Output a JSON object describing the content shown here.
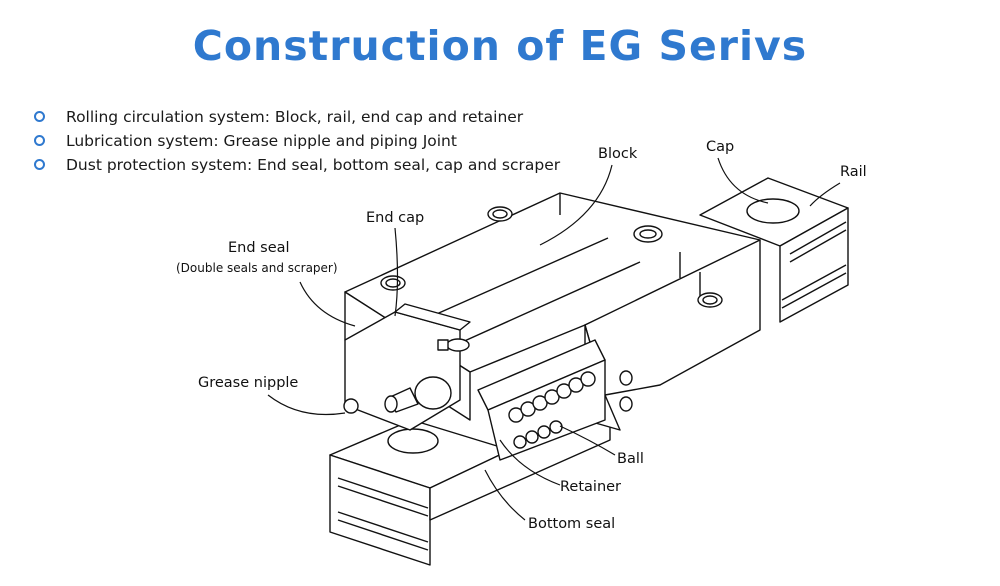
{
  "title": "Construction of EG Serivs",
  "bullets": [
    "Rolling circulation system: Block, rail, end cap and retainer",
    "Lubrication system: Grease nipple and piping Joint",
    "Dust protection system: End seal, bottom seal, cap and scraper"
  ],
  "labels": {
    "block": "Block",
    "cap": "Cap",
    "rail": "Rail",
    "end_cap": "End cap",
    "end_seal": "End seal",
    "end_seal_note": "(Double seals and scraper)",
    "grease_nipple": "Grease nipple",
    "ball": "Ball",
    "retainer": "Retainer",
    "bottom_seal": "Bottom seal"
  },
  "colors": {
    "title": "#2f79cf",
    "bullet": "#2f79cf",
    "line": "#111111"
  }
}
